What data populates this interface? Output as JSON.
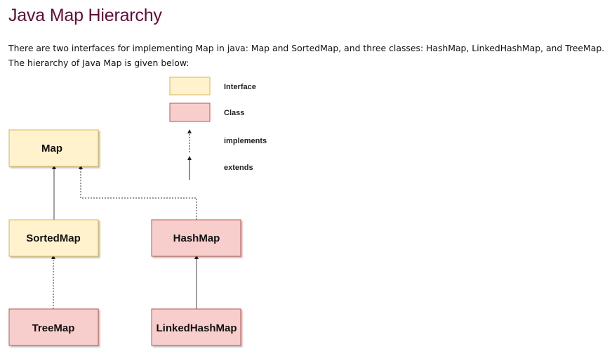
{
  "page": {
    "title": "Java Map Hierarchy",
    "intro": "There are two interfaces for implementing Map in java: Map and SortedMap, and three classes: HashMap, LinkedHashMap, and TreeMap. The hierarchy of Java Map is given below:"
  },
  "colors": {
    "interface_fill": "#fff2cc",
    "interface_stroke": "#d6b656",
    "class_fill": "#f8cecc",
    "class_stroke": "#b85450",
    "title": "#610b38"
  },
  "legend": {
    "interface": "Interface",
    "class": "Class",
    "implements": "implements",
    "extends": "extends"
  },
  "nodes": {
    "map": "Map",
    "sortedmap": "SortedMap",
    "hashmap": "HashMap",
    "treemap": "TreeMap",
    "linkedhashmap": "LinkedHashMap"
  },
  "edges": [
    {
      "from": "sortedmap",
      "to": "map",
      "relation": "extends"
    },
    {
      "from": "hashmap",
      "to": "map",
      "relation": "implements"
    },
    {
      "from": "treemap",
      "to": "sortedmap",
      "relation": "implements"
    },
    {
      "from": "linkedhashmap",
      "to": "hashmap",
      "relation": "extends"
    }
  ]
}
